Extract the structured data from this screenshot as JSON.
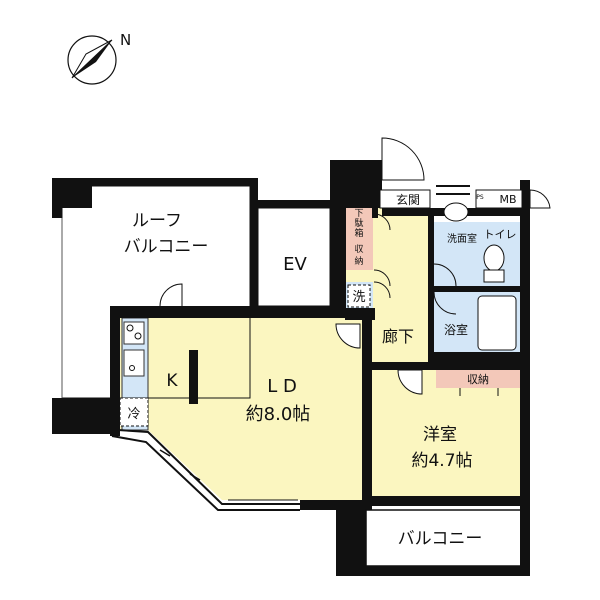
{
  "compass": {
    "north_label": "N"
  },
  "rooms": {
    "roof_balcony": {
      "line1": "ルーフ",
      "line2": "バルコニー"
    },
    "ev": "EV",
    "ld": {
      "name": "L D",
      "size": "約8.0帖"
    },
    "kitchen": "K",
    "fridge": "冷",
    "washer": "洗",
    "hallway": "廊下",
    "entrance": "玄関",
    "shoe_box": {
      "line1": "下",
      "line2": "駄",
      "line3": "箱"
    },
    "storage_hall": {
      "line1": "収",
      "line2": "納"
    },
    "washroom": "洗面室",
    "toilet": "トイレ",
    "bathroom": "浴室",
    "bedroom": {
      "name": "洋室",
      "size": "約4.7帖"
    },
    "bedroom_storage": "収納",
    "balcony": "バルコニー",
    "mb": "MB",
    "ps": "PS"
  },
  "colors": {
    "floor": "#fbf6c0",
    "wet_area": "#d3e6f7",
    "storage": "#f3c8b9",
    "wall": "#111111"
  }
}
